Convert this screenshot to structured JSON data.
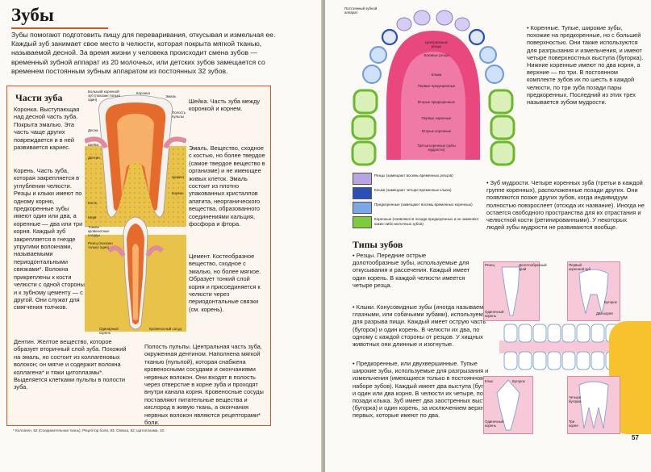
{
  "title": "Зубы",
  "intro": "Зубы помогают подготовить пищу для переваривания, откусывая и измельчая ее. Каждый зуб занимает свое место в челюсти, которая покрыта мягкой тканью, называемой десной. За время жизни у человека происходит смена зубов — временный зубной аппарат из 20 молочных, или детских зубов замещается со временем постоянным зубным аппаратом из постоянных 32 зубов.",
  "parts_title": "Части зуба",
  "parts": {
    "crown": "Коронка. Выступающая над десной часть зуба. Покрыта эмалью. Эта часть чаще других повреждается и в ней развивается кариес.",
    "root": "Корень. Часть зуба, которая закрепляется в углублении челюсти. Резцы и клыки имеют по одному корню, предкоренные зубы имеют один или два, а коренные — два или три корня. Каждый зуб закрепляется в гнезде упругими волокнами, называемыми периодонтальными связками*. Волокна прикреплены к кости челюсти с одной стороны и к зубному цементу — с другой. Они служат для смягчения толчков.",
    "dentin": "Дентин. Желтое вещество, которое образует вторичный слой зуба. Похожий на эмаль, но состоит из коллагеновых волокон; он мягче и содержит волокна коллагена* и тяжи цитоплазмы*. Выделяется клетками пульпы в полости зуба.",
    "neck": "Шейка. Часть зуба между коронкой и корнем.",
    "enamel": "Эмаль. Вещество, сходное с костью, но более твердое (самое твердое вещество в организме) и не имеющее живых клеток. Эмаль состоит из плотно упакованных кристаллов апатита, неорганического вещества, образованного соединениями кальция, фосфора и фтора.",
    "cement": "Цемент. Костеобразное вещество, сходное с эмалью, но более мягкое. Образует тонкий слой корня и присоединяется к челюсти через периодонтальные связки (см. корень).",
    "pulp": "Полость пульпы. Центральная часть зуба, окруженная дентином. Наполнена мягкой тканью (пульпой), которая снабжена кровеносными сосудами и окончаниями нервных волокон. Они входят в полость через отверстие в корне зуба и проходят внутри канала корня. Кровеносные сосуды поставляют питательные вещества и кислород в живую ткань, а окончания нервных волокон являются рецепторами* боли."
  },
  "diagram_labels": {
    "big_molar": "Большой коренной зуб (показан только один)",
    "crown": "Коронка",
    "enamel": "Эмаль",
    "pulp_cavity": "Полость пульпы",
    "gum": "Десна",
    "neck": "Шейка",
    "dentin": "Дентин",
    "cement": "Цемент",
    "jaw_bone": "Кость",
    "root": "Корень",
    "nerve": "Нерв",
    "vessels": "Тонкие кровеносные сосуды",
    "canine": "Резец (показан только один)",
    "single_root": "Одинарный корень",
    "blood_vessel": "Кровеносный сосуд"
  },
  "footnote": "* Коллаген, 52 (Соединительная ткань); Рецептор боли, 83; Связка, 52; Цитоплазма, 10.",
  "arch": {
    "header": "Постоянный зубной аппарат",
    "labels": [
      "Центральные резцы",
      "Боковые резцы",
      "Клыки",
      "Первые предкоренные",
      "Вторые предкоренные",
      "Первые коренные",
      "Вторые коренные",
      "Третьи коренные (зубы мудрости)"
    ]
  },
  "legend": [
    {
      "label": "Резцы (замещают восемь временных резцов)",
      "color": "#b7a6e0"
    },
    {
      "label": "Клыки (замещают четыре временных клыка)",
      "color": "#2a4fb8"
    },
    {
      "label": "Предкоренные (замещают восемь временных коренных)",
      "color": "#7aa7e6"
    },
    {
      "label": "Коренные (появляются позади предкоренных и не заменяют каких-либо молочных зубов)",
      "color": "#7ecb3b"
    }
  ],
  "molars_text": "Коренные. Тупые, широкие зубы, похожие на предкоренные, но с большей поверхностью. Они также используются для разгрызания и измельчения, и имеют четыре поверхностных выступа (бугорка). Нижние коренные имеют по два корня, а верхние — по три. В постоянном комплекте зубов их по шесть в каждой челюсти, по три зуба позади пары предкоренных. Последний из этих трех называется зубом мудрости.",
  "wisdom_text": "Зуб мудрости. Четыре коренных зуба (третьи в каждой группе коренных), расположенные позади других. Они появляются позже других зубов, когда индивидуум полностью повзрослеет (отсюда их название). Иногда не остается свободного пространства для их отрастания и челюстной кости (ретинированными). У некоторых людей зубы мудрости не развиваются вообще.",
  "types_title": "Типы зубов",
  "incisors_text": "Резцы. Передние острые долотообразные зубы, используемые для откусывания и рассечения. Каждый имеет один корень. В каждой челюсти имеется четыре резца.",
  "canines_text": "Клыки. Конусовидные зубы (иногда называемые глазными, или собачьими зубами), используемые для разрыва пищи. Каждый имеет острую часть (бугорок) и один корень. В челюсти их два, по одному с каждой стороны от резцов. У хищных животных они длинные и изогнутые.",
  "premolars_text": "Предкоренные, или двухвершинные. Тупые широкие зубы, используемые для разгрызания и измельчения (имеющиеся только в постоянном наборе зубов). Каждый имеет два выступа (бугорок) и один или два корня. В челюсти их четыре, по два позади клыка. Зуб имеет два заостренных выступа (бугорка) и один корень, за исключением верхних первых, которые имеют по два.",
  "tooth_labels": {
    "incisor": "Резец",
    "chisel": "Долотообразный край",
    "single_root": "Одиночный корень",
    "first_molar": "Первый коренной зуб",
    "cusp": "Бугорок",
    "two_roots": "Два корня",
    "canine": "Клык",
    "four_cusps": "Четыре бугорка",
    "three_roots": "Три корня"
  },
  "page_number": "57"
}
